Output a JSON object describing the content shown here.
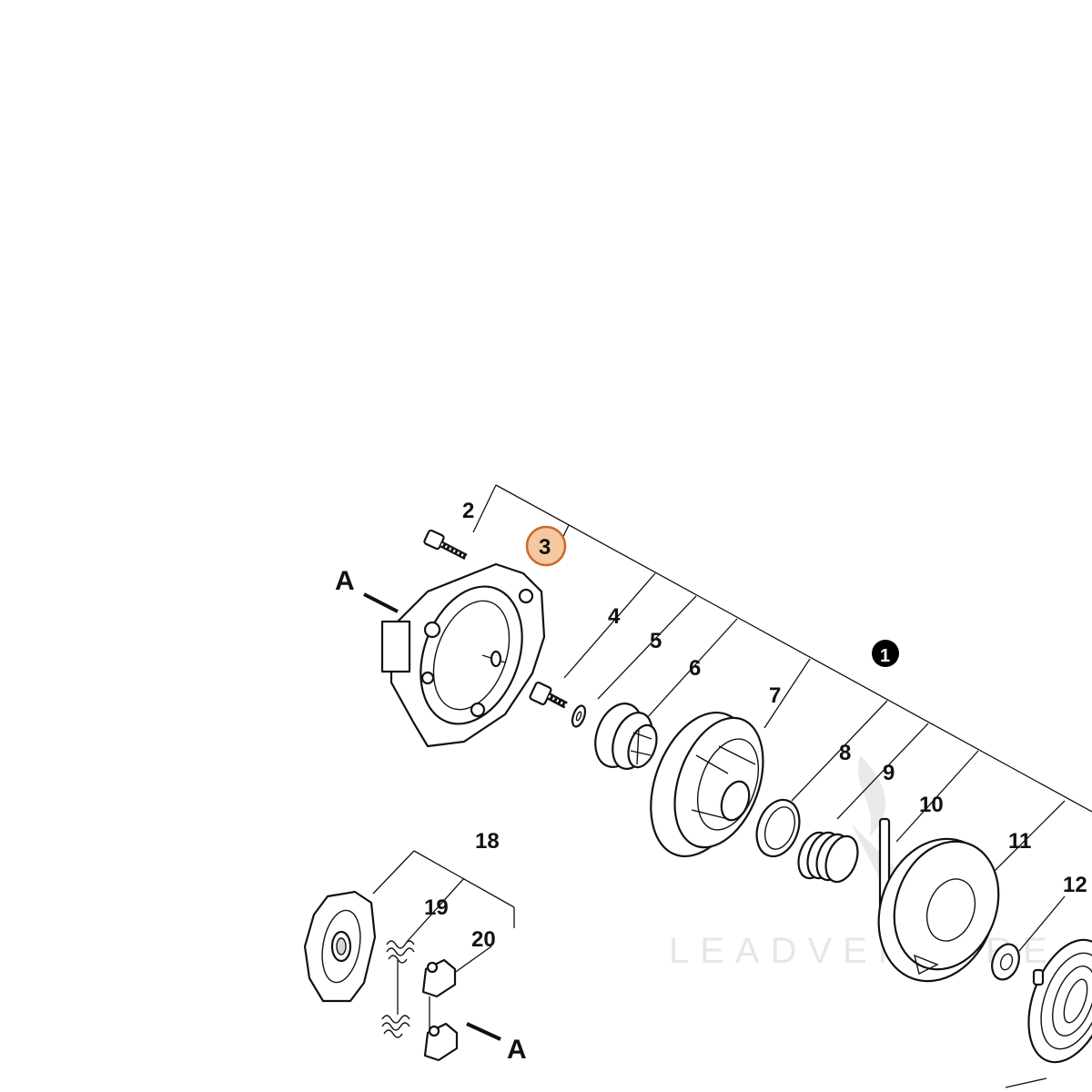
{
  "diagram": {
    "callouts": [
      {
        "id": "2",
        "label": "2"
      },
      {
        "id": "3",
        "label": "3",
        "highlighted": true
      },
      {
        "id": "4",
        "label": "4"
      },
      {
        "id": "5",
        "label": "5"
      },
      {
        "id": "6",
        "label": "6"
      },
      {
        "id": "7",
        "label": "7"
      },
      {
        "id": "8",
        "label": "8"
      },
      {
        "id": "9",
        "label": "9"
      },
      {
        "id": "10",
        "label": "10"
      },
      {
        "id": "11",
        "label": "11"
      },
      {
        "id": "12",
        "label": "12"
      },
      {
        "id": "18",
        "label": "18"
      },
      {
        "id": "19",
        "label": "19"
      },
      {
        "id": "20",
        "label": "20"
      }
    ],
    "assembly_marker": {
      "label": "1"
    },
    "reference_markers": {
      "top": "A",
      "bottom": "A"
    },
    "watermark": "LEADVENTURE"
  },
  "colors": {
    "highlight_fill": "#f4c9a1",
    "highlight_stroke": "#c8692a",
    "ink": "#111111",
    "marker_fill": "#000000"
  }
}
